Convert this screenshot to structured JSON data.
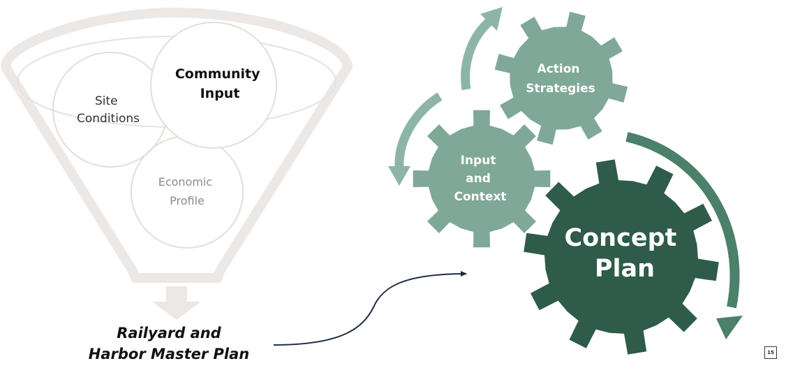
{
  "funnel": {
    "inputs": {
      "community": [
        "Community",
        "Input"
      ],
      "site": [
        "Site",
        "Conditions"
      ],
      "economic": [
        "Economic",
        "Profile"
      ]
    },
    "result": [
      "Railyard and",
      "Harbor Master Plan"
    ]
  },
  "gears": {
    "action": [
      "Action",
      "Strategies"
    ],
    "input": [
      "Input",
      "and",
      "Context"
    ],
    "concept": [
      "Concept",
      "Plan"
    ]
  },
  "colors": {
    "funnel_stroke": "#ece8e6",
    "circle_stroke": "#e2deda",
    "gear_light": "#7fa898",
    "gear_dark": "#2e5b4a",
    "arrow_light": "#8db5a5",
    "arrow_dark": "#4b806b",
    "connector": "#1c2b46",
    "down_arrow": "#ebe8e5"
  },
  "page_number": "15"
}
